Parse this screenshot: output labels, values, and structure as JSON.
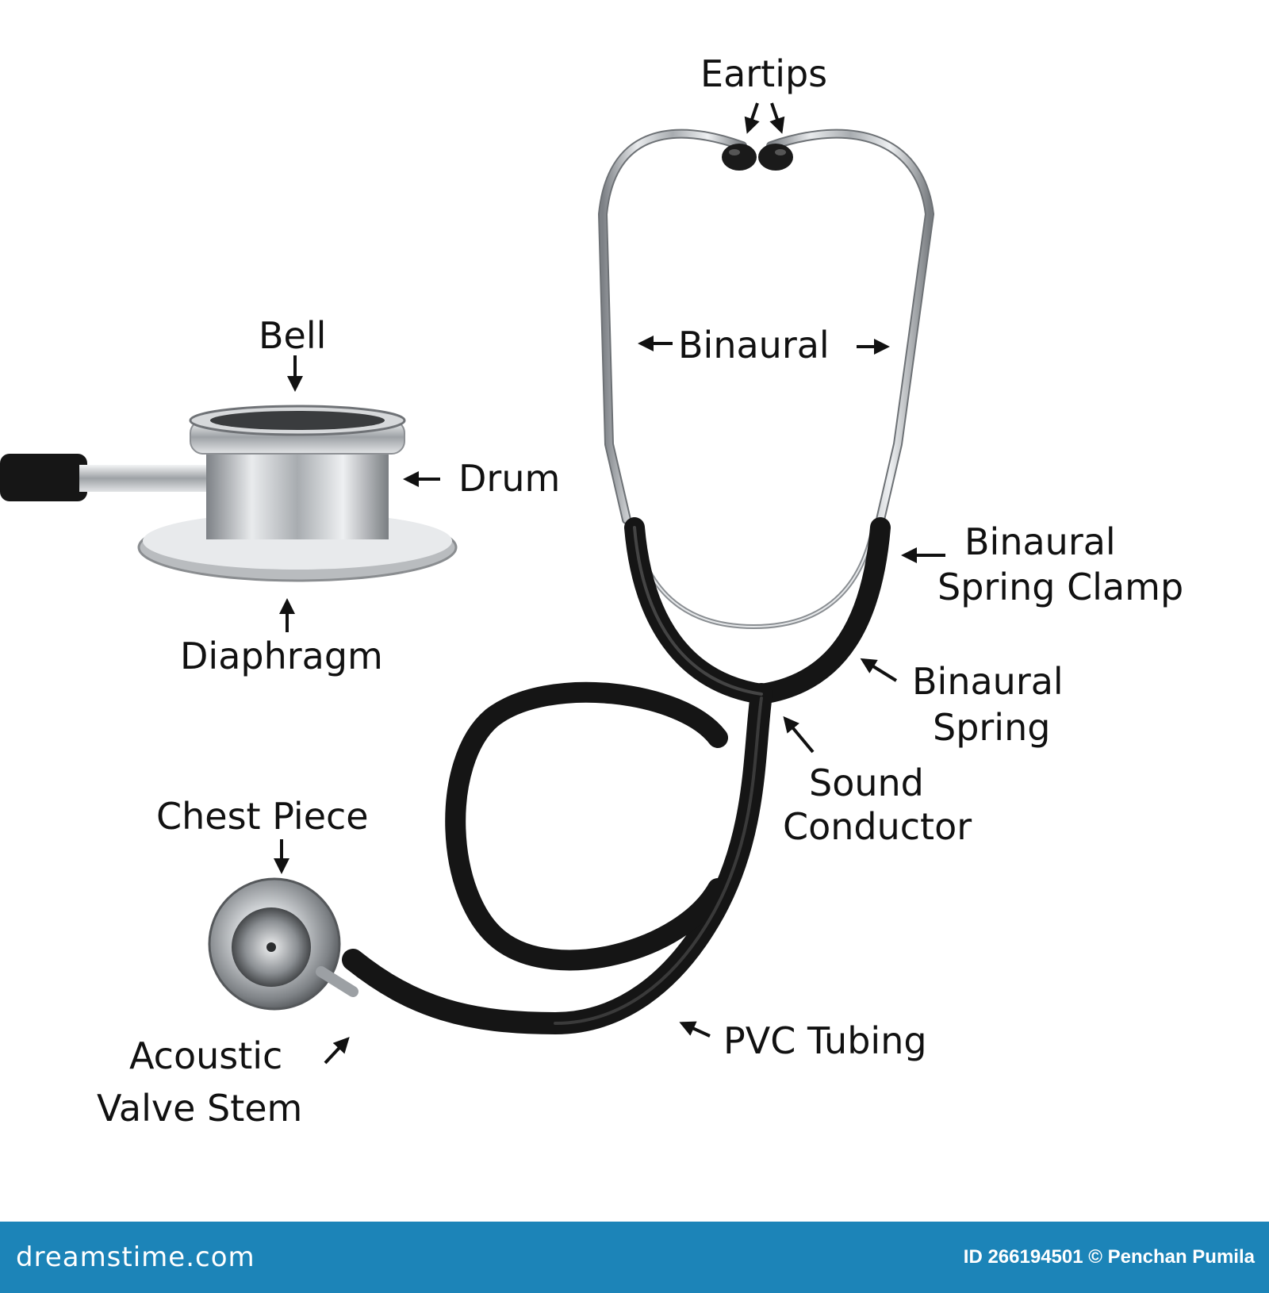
{
  "labels": {
    "eartips": "Eartips",
    "binaural": "Binaural",
    "bell": "Bell",
    "drum": "Drum",
    "diaphragm": "Diaphragm",
    "binaural_spring_clamp_1": "Binaural",
    "binaural_spring_clamp_2": "Spring Clamp",
    "binaural_spring_1": "Binaural",
    "binaural_spring_2": "Spring",
    "sound_conductor_1": "Sound",
    "sound_conductor_2": "Conductor",
    "chest_piece": "Chest Piece",
    "acoustic_valve_stem_1": "Acoustic",
    "acoustic_valve_stem_2": "Valve Stem",
    "pvc_tubing": "PVC Tubing"
  },
  "footer": {
    "logo": "dreamstime.com",
    "credit": "ID 266194501 © Penchan Pumila"
  },
  "colors": {
    "footer_bar": "#1c84b8",
    "tubing": "#151515",
    "metal": "#b8bcc0"
  }
}
